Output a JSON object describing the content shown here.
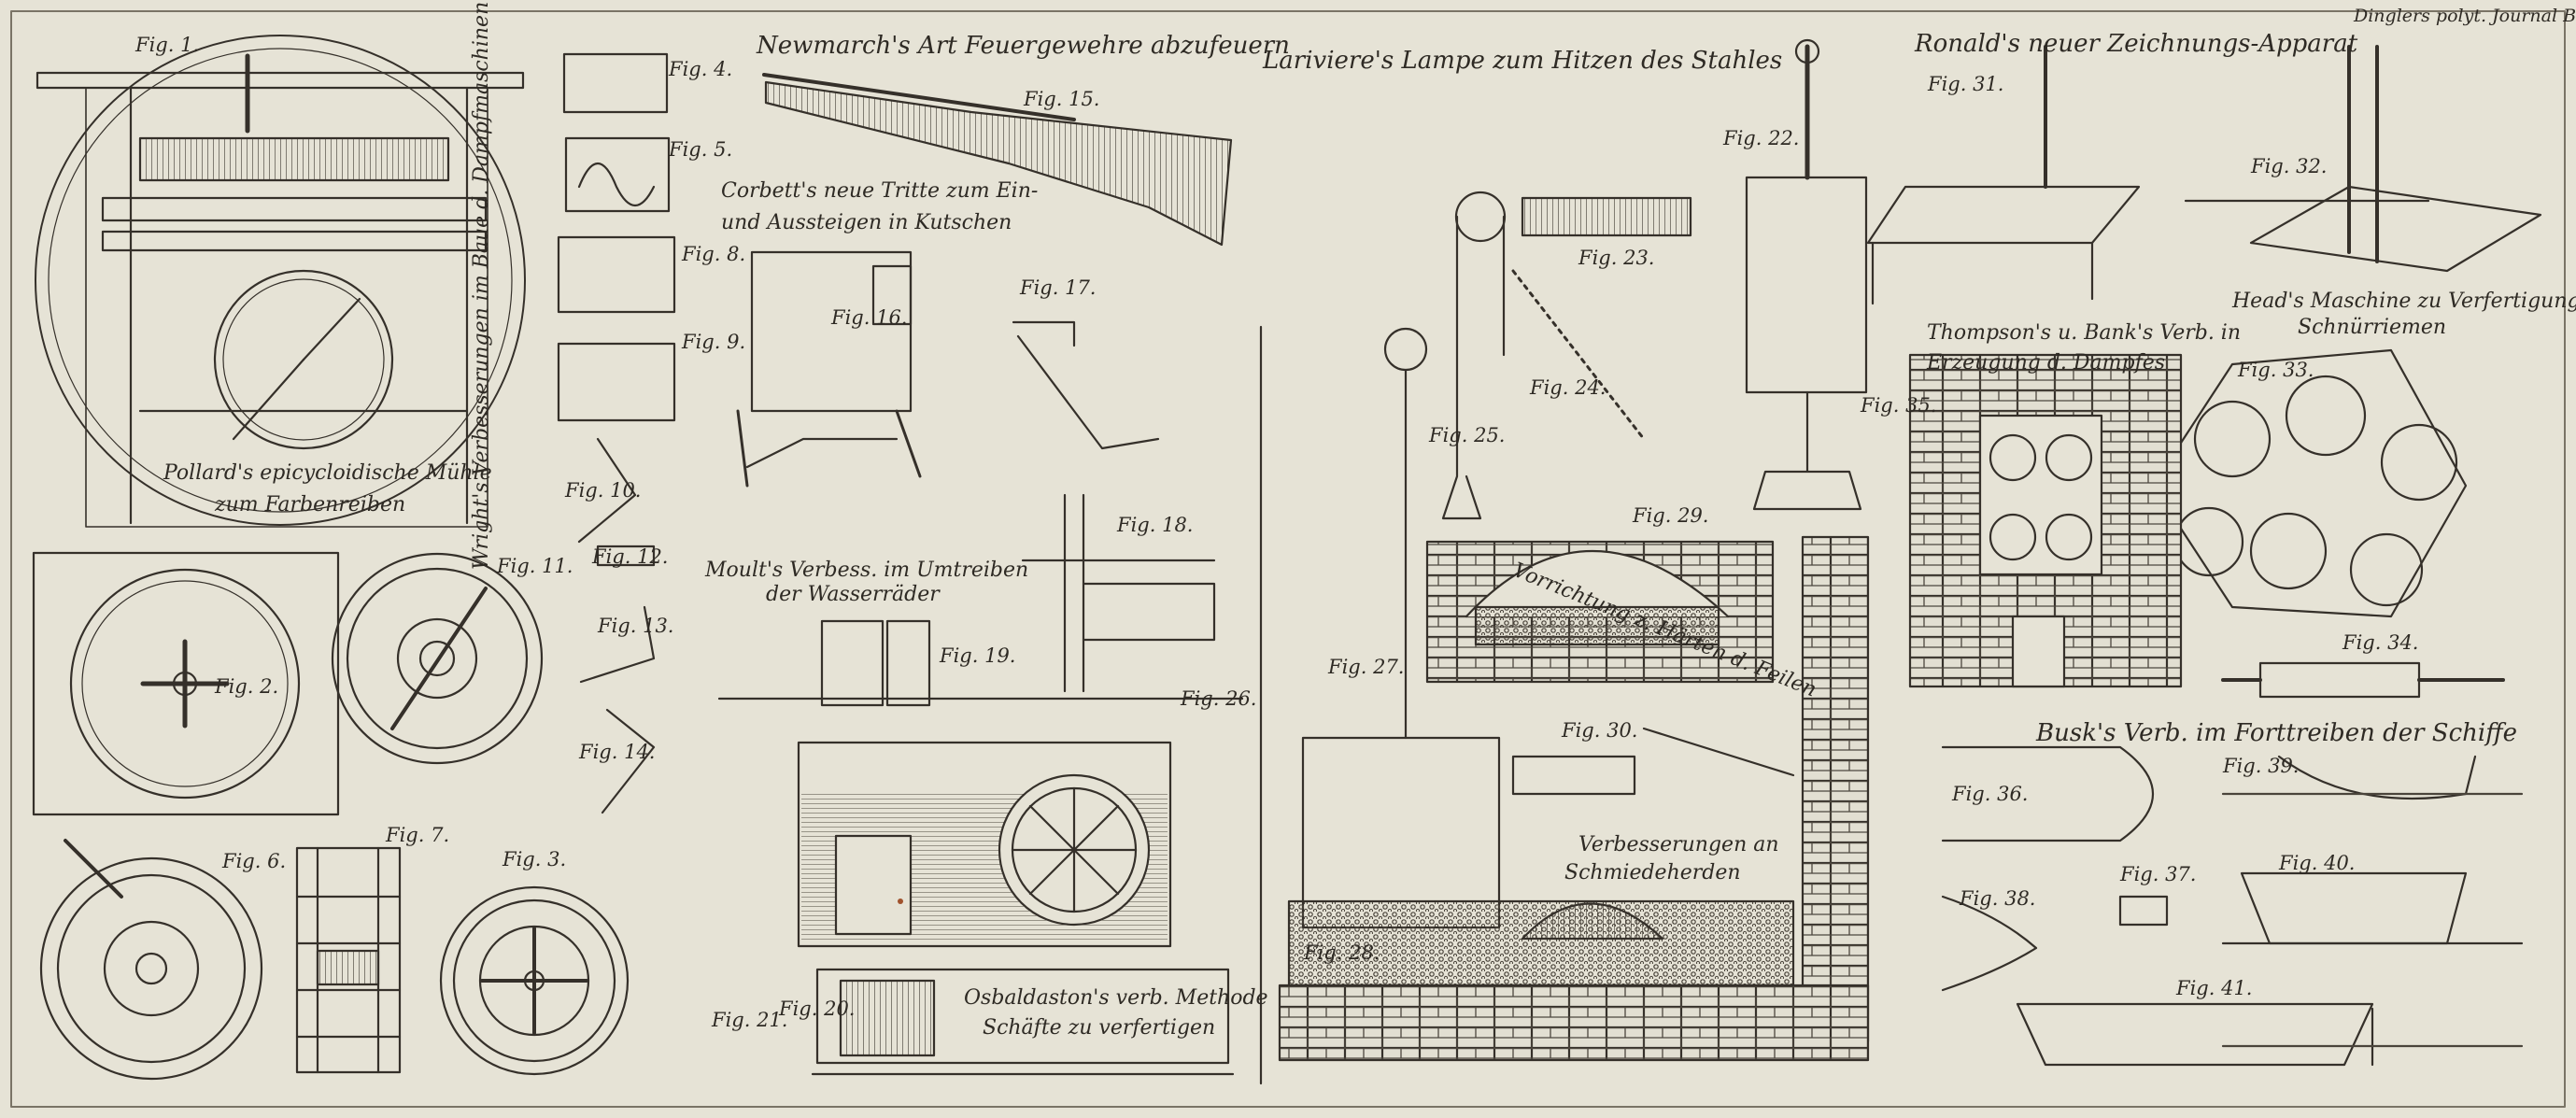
{
  "plate": {
    "journal_header": "Dinglers polyt. Journal Bd. XXI. Tb.V."
  },
  "headings": {
    "newmarch": "Newmarch's Art Feuergewehre abzufeuern",
    "lariviere": "Lariviere's Lampe zum Hitzen des Stahles",
    "ronald": "Ronald's neuer Zeichnungs-Apparat",
    "corbett_1": "Corbett's neue Tritte zum Ein-",
    "corbett_2": "und Aussteigen in Kutschen",
    "pollard_1": "Pollard's epicycloidische Mühle",
    "pollard_2": "zum Farbenreiben",
    "wright": "Wright's Verbesserungen im Baue d. Dampfmaschinen",
    "moult_1": "Moult's Verbess. im Umtreiben",
    "moult_2": "der Wasserräder",
    "osbaldaston_1": "Osbaldaston's verb. Methode",
    "osbaldaston_2": "Schäfte zu verfertigen",
    "thompson_1": "Thompson's u. Bank's Verb. in",
    "thompson_2": "Erzeugung d. Dampfes",
    "head_1": "Head's Maschine zu Verfertigung d.",
    "head_2": "Schnürriemen",
    "vorrichtung": "Vorrichtung z. Härten d. Feilen",
    "schmiede_1": "Verbesserungen an",
    "schmiede_2": "Schmiedeherden",
    "busk": "Busk's Verb. im Forttreiben der Schiffe"
  },
  "figures": {
    "f1": "Fig. 1.",
    "f2": "Fig. 2.",
    "f3": "Fig. 3.",
    "f4": "Fig. 4.",
    "f5": "Fig. 5.",
    "f6": "Fig. 6.",
    "f7": "Fig. 7.",
    "f8": "Fig. 8.",
    "f9": "Fig. 9.",
    "f10": "Fig. 10.",
    "f11": "Fig. 11.",
    "f12": "Fig. 12.",
    "f13": "Fig. 13.",
    "f14": "Fig. 14.",
    "f15": "Fig. 15.",
    "f16": "Fig. 16.",
    "f17": "Fig. 17.",
    "f18": "Fig. 18.",
    "f19": "Fig. 19.",
    "f20": "Fig. 20.",
    "f21": "Fig. 21.",
    "f22": "Fig. 22.",
    "f23": "Fig. 23.",
    "f24": "Fig. 24.",
    "f25": "Fig. 25.",
    "f26": "Fig. 26.",
    "f27": "Fig. 27.",
    "f28": "Fig. 28.",
    "f29": "Fig. 29.",
    "f30": "Fig. 30.",
    "f31": "Fig. 31.",
    "f32": "Fig. 32.",
    "f33": "Fig. 33.",
    "f34": "Fig. 34.",
    "f35": "Fig. 35.",
    "f36": "Fig. 36.",
    "f37": "Fig. 37.",
    "f38": "Fig. 38.",
    "f39": "Fig. 39.",
    "f40": "Fig. 40.",
    "f41": "Fig. 41."
  },
  "colors": {
    "paper": "#e6e3d6",
    "ink": "#2e2a24",
    "rust": "#a0522d"
  }
}
